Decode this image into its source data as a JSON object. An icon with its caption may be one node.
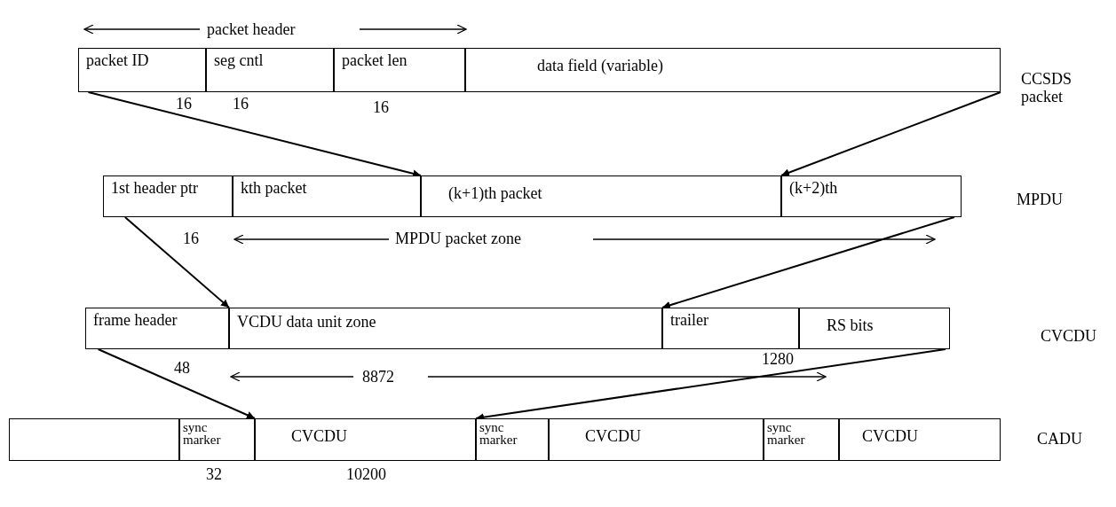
{
  "diagram": {
    "nodes": [
      {
        "text": [
          "packet ID"
        ]
      },
      {
        "text": [
          "seg cntl"
        ]
      },
      {
        "text": [
          "packet len"
        ]
      },
      {
        "text": [
          "data field (variable)"
        ]
      },
      {
        "text": [
          "1st header ptr"
        ]
      },
      {
        "text": [
          "kth packet"
        ]
      },
      {
        "text": [
          "(k+1)th packet"
        ]
      },
      {
        "text": [
          "(k+2)th"
        ]
      },
      {
        "text": [
          "frame header"
        ]
      },
      {
        "text": [
          "VCDU data unit zone"
        ]
      },
      {
        "text": [
          "trailer"
        ]
      },
      {
        "text": [
          "RS bits"
        ]
      },
      {
        "text": [],
        "shape": "box"
      },
      {
        "text": [
          "sync marker"
        ]
      },
      {
        "text": [
          "CVCDU"
        ]
      },
      {
        "text": [
          "sync marker"
        ]
      },
      {
        "text": [
          "CVCDU"
        ]
      },
      {
        "text": [
          "sync marker"
        ]
      },
      {
        "text": [
          "CVCDU"
        ]
      }
    ],
    "edges": [
      {
        "from": 0,
        "to": 6,
        "arrow": "to"
      },
      {
        "from": 3,
        "to": 6,
        "arrow": "to"
      },
      {
        "from": 4,
        "to": 9,
        "arrow": "to"
      },
      {
        "from": 7,
        "to": 9,
        "arrow": "to"
      },
      {
        "from": 8,
        "to": 14,
        "arrow": "to"
      },
      {
        "from": 11,
        "to": 14,
        "arrow": "to"
      }
    ],
    "labels": [
      "packet header",
      "16",
      "16",
      "16",
      "CCSDS packet",
      "16",
      "MPDU packet zone",
      "MPDU",
      "48",
      "8872",
      "1280",
      "CVCDU",
      "32",
      "10200",
      "CADU"
    ]
  }
}
